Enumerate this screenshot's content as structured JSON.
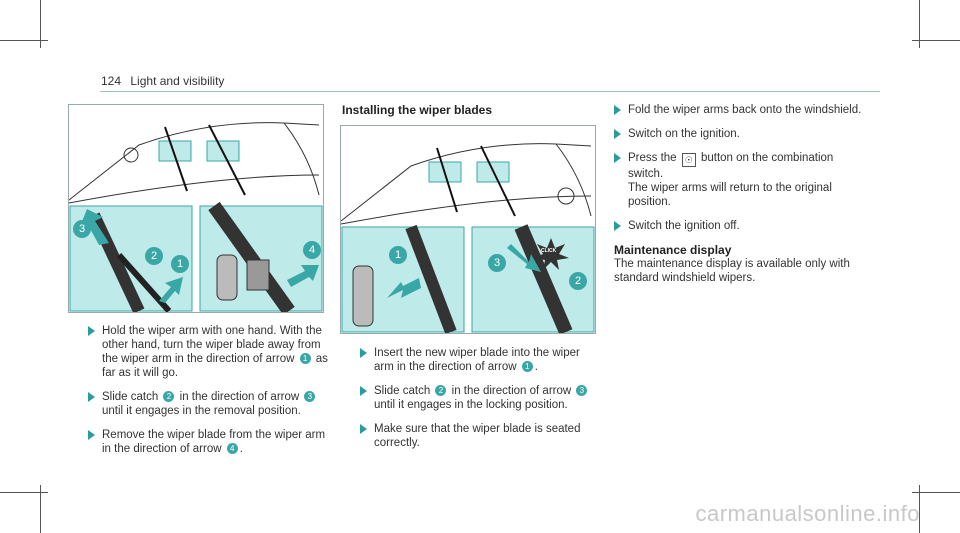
{
  "header": {
    "page_number": "124",
    "section": "Light and visibility"
  },
  "left_steps": [
    {
      "parts": [
        "Hold the wiper arm with one hand. With the other hand, turn the wiper blade away from the wiper arm in the direction of arrow ",
        "1",
        " as far as it will go."
      ]
    },
    {
      "parts": [
        "Slide catch ",
        "2",
        " in the direction of arrow ",
        "3",
        " until it engages in the removal position."
      ]
    },
    {
      "parts": [
        "Remove the wiper blade from the wiper arm in the direction of arrow ",
        "4",
        "."
      ]
    }
  ],
  "installing": {
    "heading": "Installing the wiper blades",
    "steps": [
      {
        "parts": [
          "Insert the new wiper blade into the wiper arm in the direction of arrow ",
          "1",
          "."
        ]
      },
      {
        "parts": [
          "Slide catch ",
          "2",
          " in the direction of arrow ",
          "3",
          " until it engages in the locking position."
        ]
      },
      {
        "parts": [
          "Make sure that the wiper blade is seated correctly."
        ]
      }
    ]
  },
  "right_steps": {
    "fold": "Fold the wiper arms back onto the windshield.",
    "ignition_on": "Switch on the ignition.",
    "press_pre": "Press the",
    "press_post": "button on the combination switch.",
    "press_result": "The wiper arms will return to the original position.",
    "ignition_off": "Switch the ignition off."
  },
  "maintenance": {
    "heading": "Maintenance display",
    "text": "The maintenance display is available only with standard windshield wipers."
  },
  "figure_callouts": {
    "f1": [
      "3",
      "2",
      "1",
      "4"
    ],
    "f2": [
      "1",
      "3",
      "2"
    ],
    "click": "CLICK"
  },
  "watermark": "carmanualsonline.info",
  "colors": {
    "accent": "#3aa7a7",
    "panel": "#bfeaea"
  }
}
